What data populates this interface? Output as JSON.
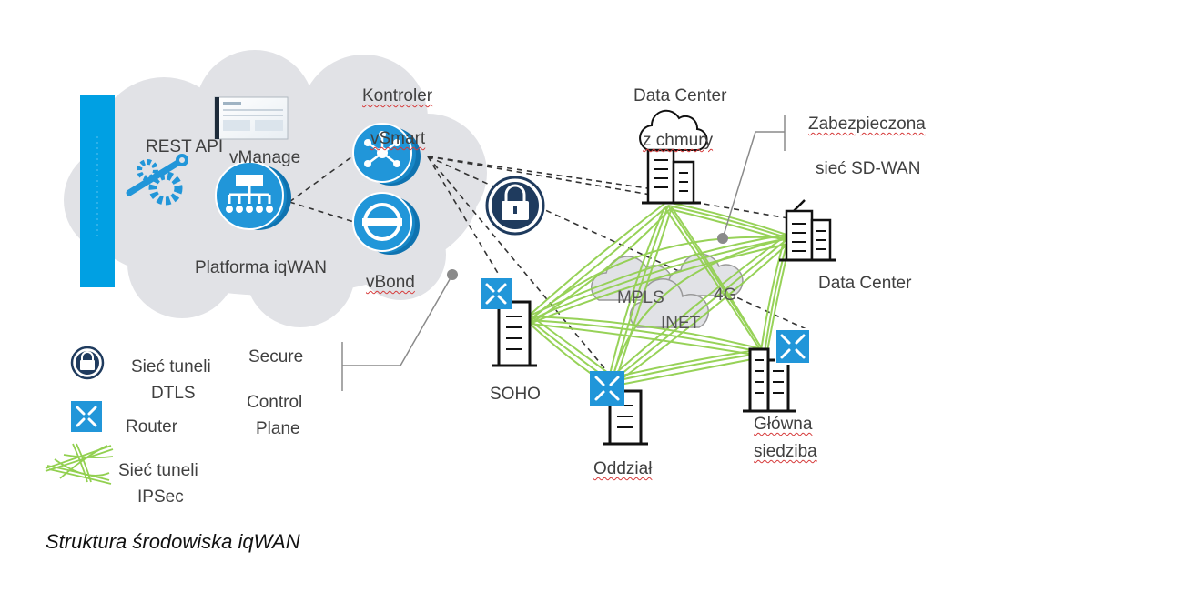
{
  "diagram": {
    "labels": {
      "rest_api": "REST API",
      "vmanage": "vManage",
      "platforma": "Platforma iqWAN",
      "kontroler": "Kontroler",
      "vsmart": "vSmart",
      "vbond": "vBond",
      "dc_top_1": "Data Center",
      "dc_top_2": "z chmury",
      "zabezp_1": "Zabezpieczona",
      "zabezp_2": "sieć SD-WAN",
      "dc_right": "Data Center",
      "mpls": "MPLS",
      "lte": "4G",
      "inet": "INET",
      "soho": "SOHO",
      "oddzial": "Oddział",
      "glowna_1": "Główna",
      "glowna_2": "siedziba",
      "secure": "Secure",
      "control": "Control",
      "plane": "Plane"
    },
    "legend": {
      "dtls_1": "Sieć tuneli",
      "dtls_2": "DTLS",
      "router": "Router",
      "ipsec_1": "Sieć tuneli",
      "ipsec_2": "IPSec"
    },
    "caption": "Struktura środowiska iqWAN",
    "colors": {
      "cloud": "#e1e2e6",
      "accent_blue": "#00a0e3",
      "icon_blue": "#2196d9",
      "lock_navy": "#1f3b5e",
      "tunnel_green": "#92d050",
      "line_gray": "#8a8a8a",
      "dash": "#333333"
    }
  }
}
